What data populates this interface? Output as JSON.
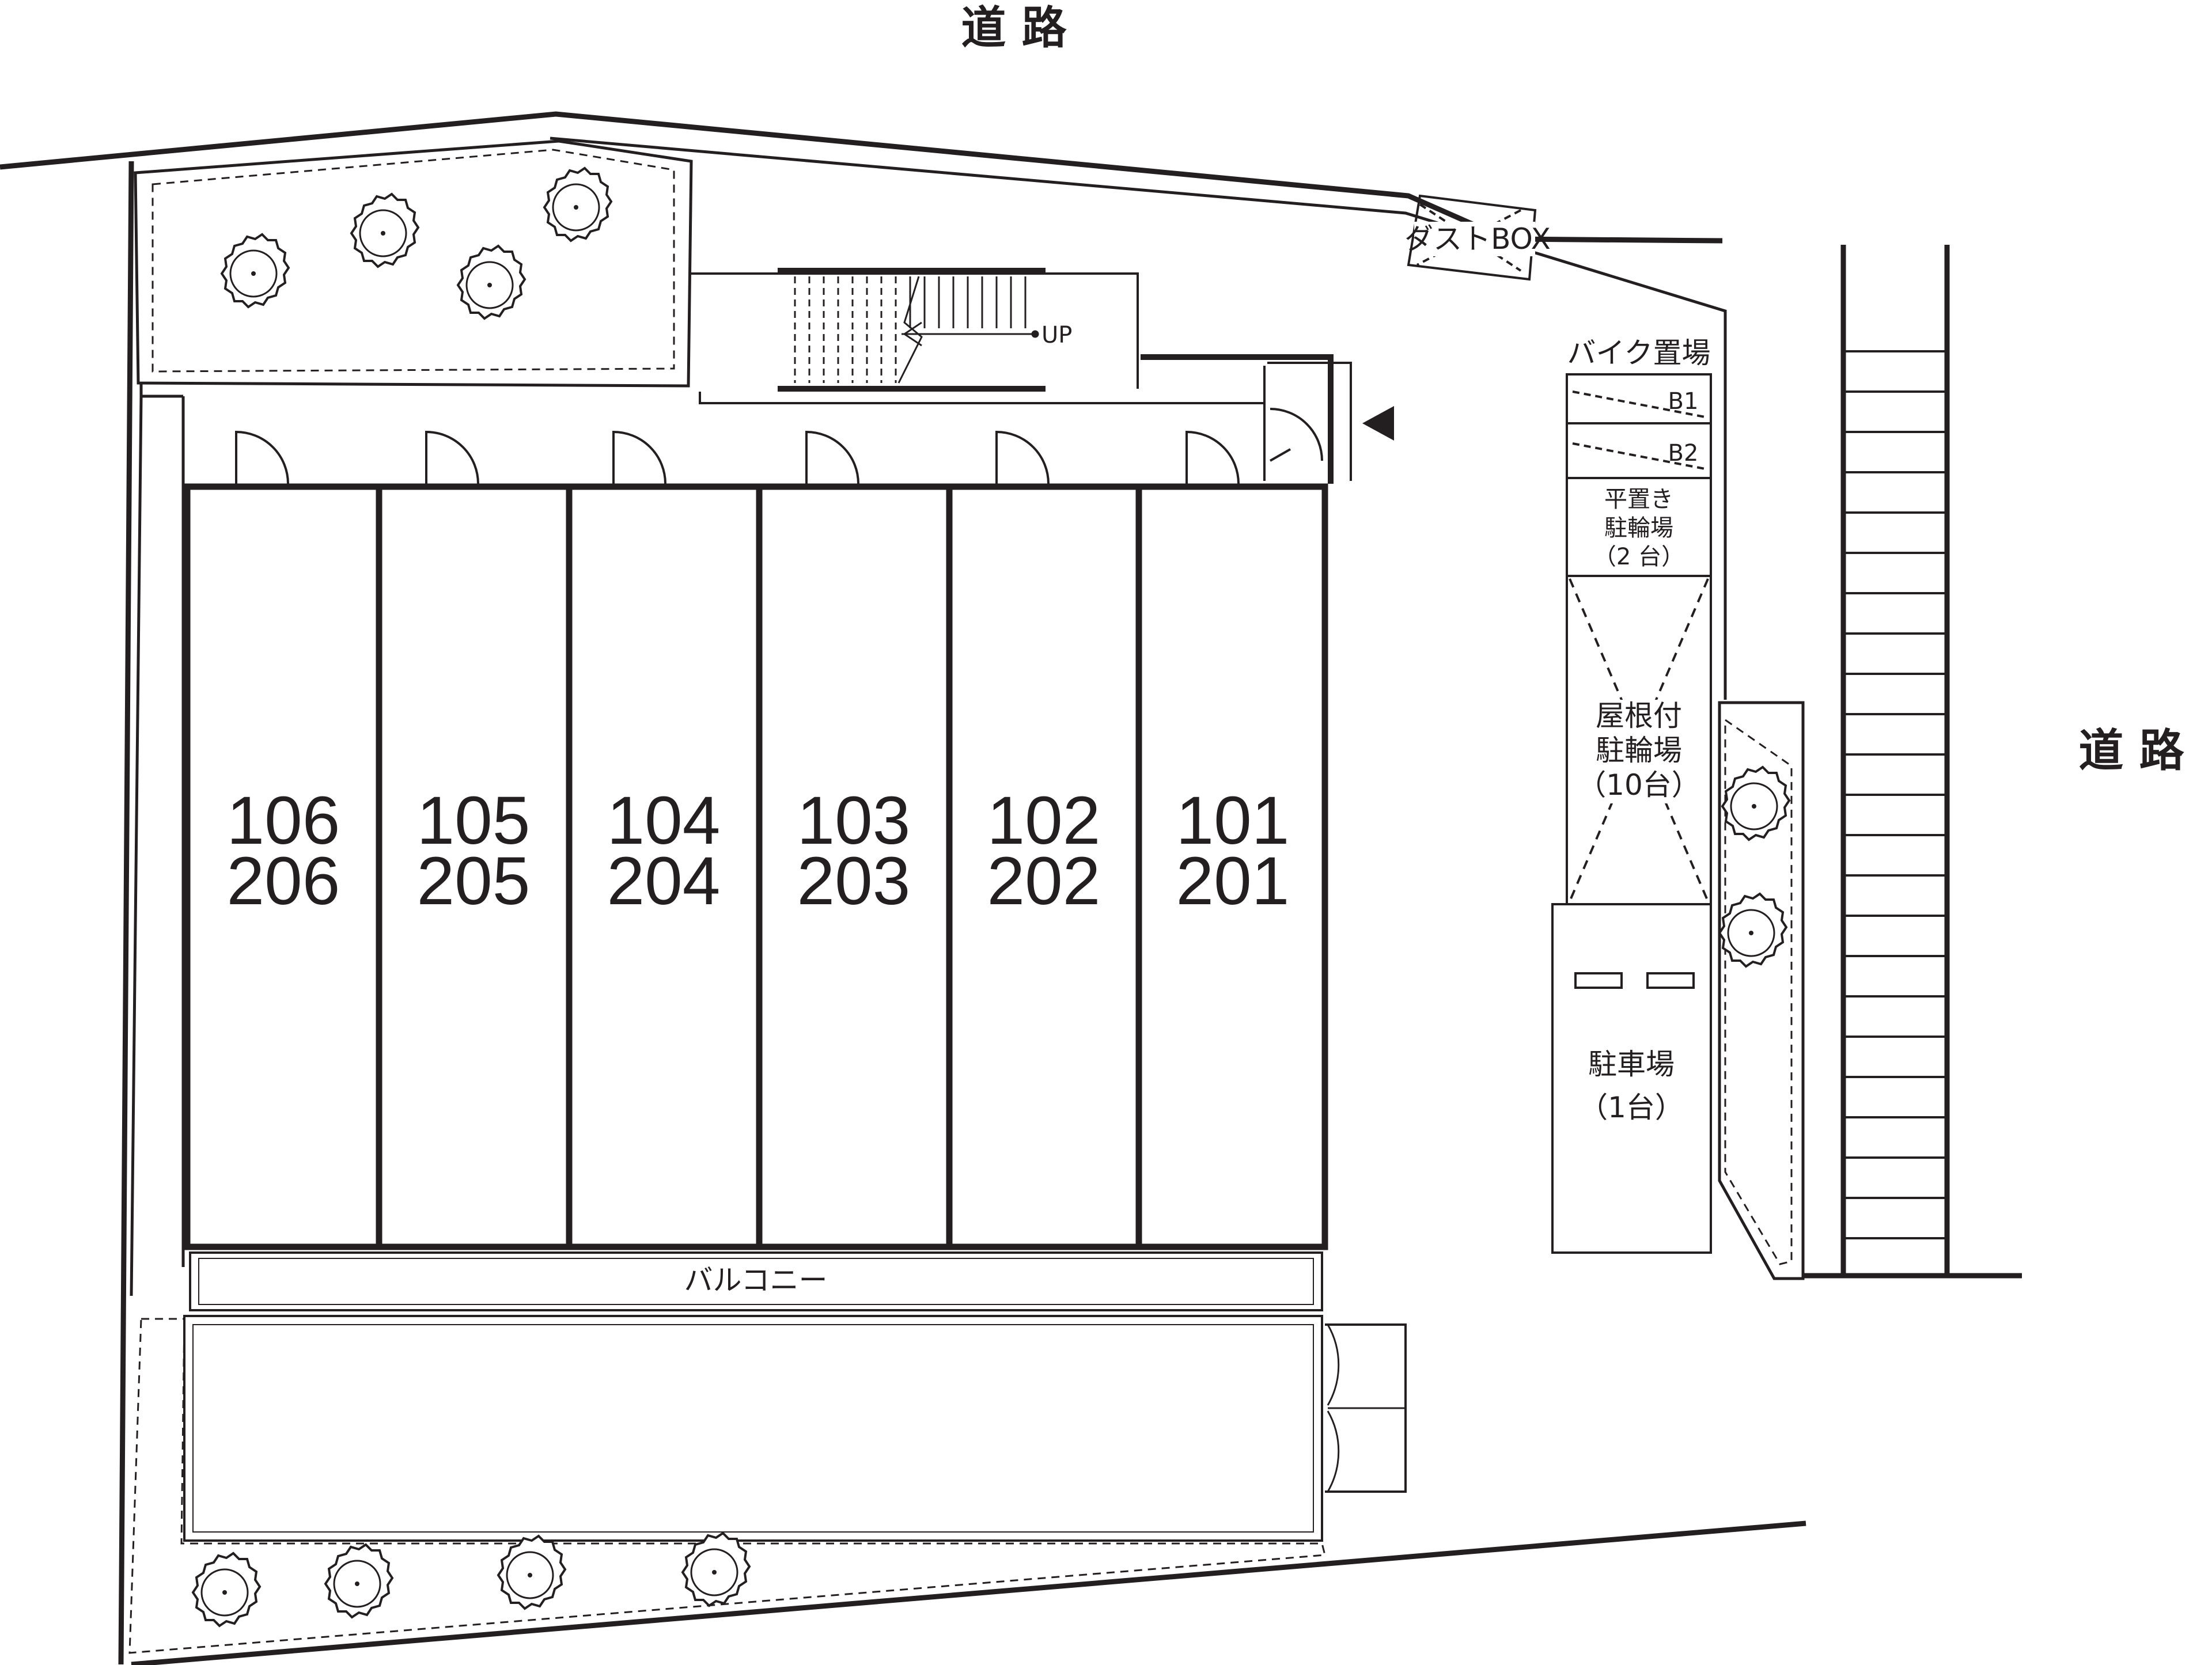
{
  "roads": {
    "top": "道 路",
    "right": "道 路"
  },
  "units": [
    {
      "ground": "106",
      "upper": "206"
    },
    {
      "ground": "105",
      "upper": "205"
    },
    {
      "ground": "104",
      "upper": "204"
    },
    {
      "ground": "103",
      "upper": "203"
    },
    {
      "ground": "102",
      "upper": "202"
    },
    {
      "ground": "101",
      "upper": "201"
    }
  ],
  "labels": {
    "balcony": "バルコニー",
    "dust_box": "ダストBOX",
    "stairs_up": "UP",
    "bike_parking": "バイク置場",
    "bike_b1": "B1",
    "bike_b2": "B2",
    "flat_bicycle_line1": "平置き",
    "flat_bicycle_line2": "駐輪場",
    "flat_bicycle_line3": "（2 台）",
    "roofed_bicycle_line1": "屋根付",
    "roofed_bicycle_line2": "駐輪場",
    "roofed_bicycle_line3": "（10台）",
    "car_parking_line1": "駐車場",
    "car_parking_line2": "（1台）"
  },
  "colors": {
    "ink": "#231f20",
    "paper": "#ffffff"
  }
}
